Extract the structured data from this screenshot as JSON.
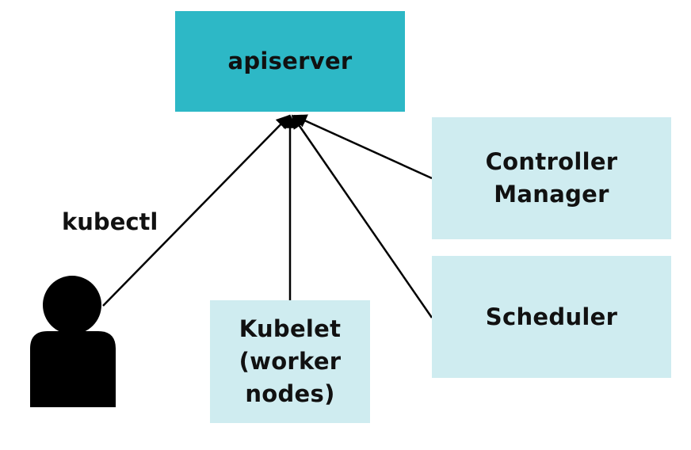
{
  "nodes": {
    "apiserver": {
      "label": "apiserver"
    },
    "controller_manager": {
      "line1": "Controller",
      "line2": "Manager"
    },
    "scheduler": {
      "label": "Scheduler"
    },
    "kubelet": {
      "line1": "Kubelet",
      "line2": "(worker",
      "line3": "nodes)"
    }
  },
  "actor": {
    "label": "kubectl",
    "icon": "user-icon"
  },
  "edges": [
    {
      "from": "kubectl",
      "to": "apiserver"
    },
    {
      "from": "kubelet",
      "to": "apiserver"
    },
    {
      "from": "scheduler",
      "to": "apiserver"
    },
    {
      "from": "controller_manager",
      "to": "apiserver"
    }
  ],
  "colors": {
    "apiserver_fill": "#2db8c6",
    "component_fill": "#cfecf0",
    "text": "#111111",
    "arrow": "#000000"
  }
}
